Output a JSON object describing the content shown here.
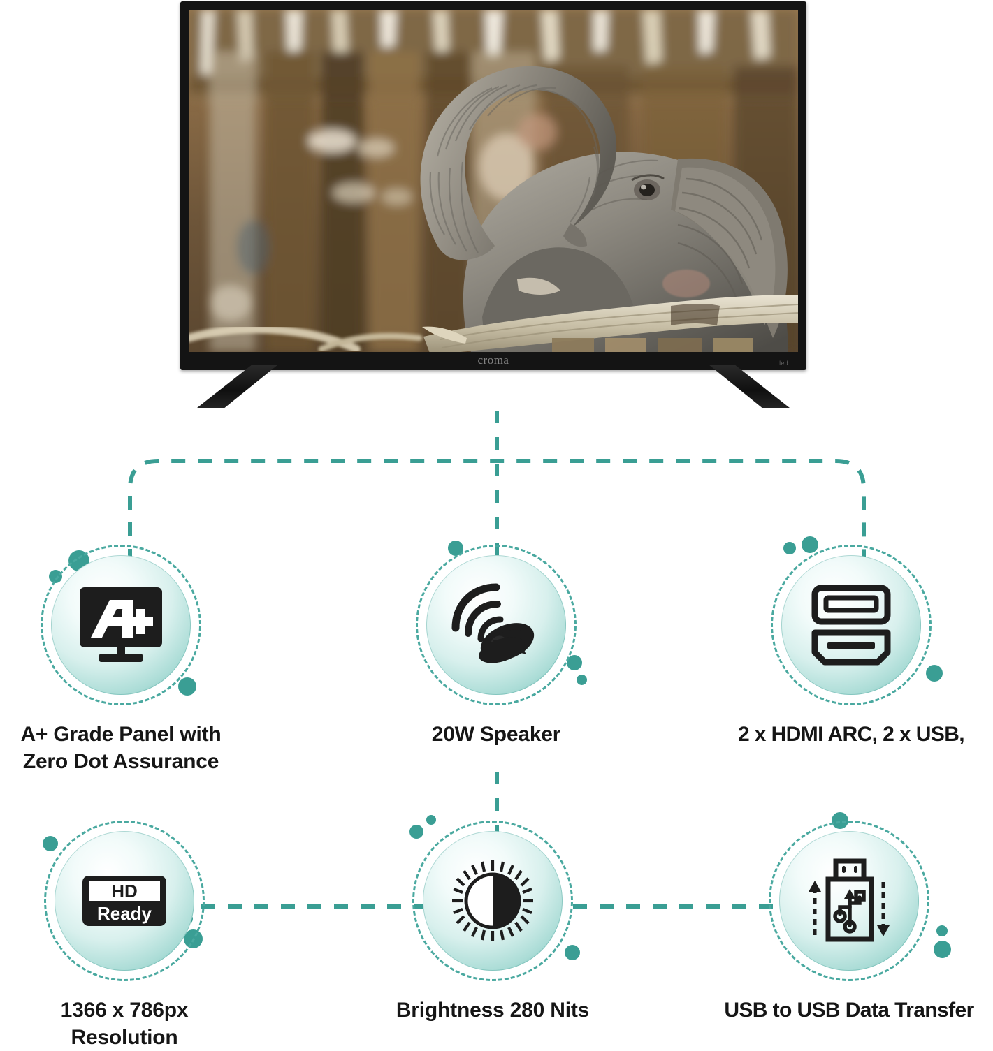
{
  "product": {
    "brand": "croma",
    "model_code": "led",
    "screen_image_alt": "baby-elephant-with-raised-trunk"
  },
  "theme": {
    "accent_teal": "#3a9e94",
    "accent_teal_light": "#4aa9a0",
    "disc_gradient_edge": "#3f9e94",
    "text_dark": "#161616",
    "background": "#ffffff"
  },
  "features": [
    {
      "id": "a-plus-panel",
      "icon": "a-plus-monitor-icon",
      "icon_text": "A+",
      "label": "A+ Grade Panel with\nZero Dot Assurance"
    },
    {
      "id": "speaker",
      "icon": "speaker-waves-icon",
      "label": "20W Speaker"
    },
    {
      "id": "ports",
      "icon": "usb-hdmi-ports-icon",
      "label": "2 x HDMI ARC, 2 x USB,"
    },
    {
      "id": "resolution",
      "icon": "hd-ready-icon",
      "icon_text_top": "HD",
      "icon_text_bottom": "Ready",
      "label": "1366 x 786px\nResolution"
    },
    {
      "id": "brightness",
      "icon": "brightness-sun-icon",
      "label": "Brightness 280 Nits"
    },
    {
      "id": "usb-transfer",
      "icon": "usb-drive-transfer-icon",
      "label": "USB to USB Data Transfer"
    }
  ]
}
